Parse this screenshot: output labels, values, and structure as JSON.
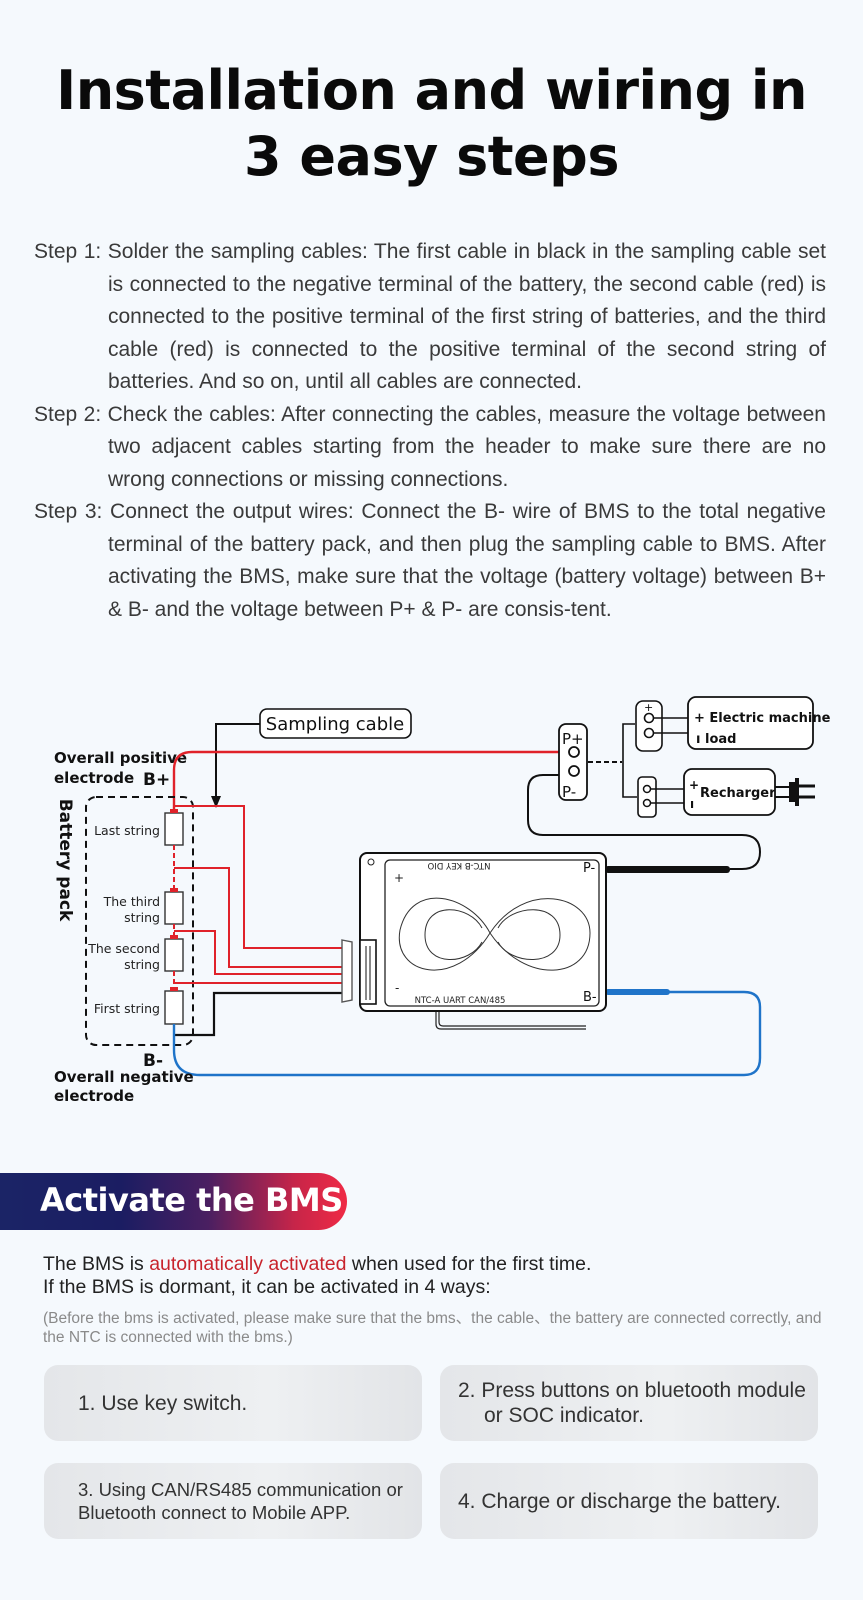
{
  "header": {
    "title_line1": "Installation and wiring in",
    "title_line2": "3 easy steps"
  },
  "steps": [
    {
      "label": "Step 1:",
      "text": "Solder the sampling cables: The first cable in black in the sampling cable set is connected to the negative terminal of the battery, the second cable (red) is connected to the positive terminal of the first string of batteries, and the third cable (red) is connected to the positive terminal of the second string of batteries. And so on, until all cables are connected."
    },
    {
      "label": "Step 2:",
      "text": "Check the cables: After connecting the cables, measure the voltage between two adjacent cables starting from the header to make sure there are no wrong connections or missing connections."
    },
    {
      "label": "Step 3:",
      "text": "Connect the output wires: Connect the B- wire of BMS to the total negative terminal of the battery pack, and then plug the sampling cable to BMS. After activating the BMS, make sure that the voltage (battery voltage) between B+ & B- and the voltage between P+ & P- are consis-tent."
    }
  ],
  "diagram": {
    "sampling_cable": "Sampling cable",
    "overall_positive_1": "Overall positive",
    "overall_positive_2": "electrode",
    "b_plus": "B+",
    "b_minus": "B-",
    "overall_negative_1": "Overall negative",
    "overall_negative_2": "electrode",
    "battery_pack": "Battery pack",
    "last_string": "Last string",
    "third_string_1": "The third",
    "third_string_2": "string",
    "second_string_1": "The second",
    "second_string_2": "string",
    "first_string": "First string",
    "p_plus": "P+",
    "p_minus": "P-",
    "electric_machine": "Electric machine",
    "load": "load",
    "recharger": "Recharger",
    "bms_top_labels": "NTC-B   KEY   DIO",
    "bms_bottom_labels": "NTC-A  UART  CAN/485",
    "bms_p_minus": "P-",
    "bms_b_minus": "B-",
    "plus": "+",
    "minus": "-",
    "colors": {
      "positive": "#e0222a",
      "negative": "#1f74c9",
      "wire": "#111111"
    }
  },
  "activate": {
    "heading": "Activate the BMS",
    "intro_before": "The BMS is ",
    "intro_highlight": "automatically activated",
    "intro_after": " when used for the first time.",
    "intro_line2": "If the BMS is dormant, it can be activated in 4 ways:",
    "note": "(Before the bms is activated, please make sure that the bms、the cable、the battery are connected correctly, and the NTC is connected with the bms.)",
    "highlight_color": "#c8232c",
    "ways": [
      "1. Use key switch.",
      "2. Press buttons on bluetooth module or SOC indicator.",
      "3. Using CAN/RS485 communication or Bluetooth connect to Mobile APP.",
      "4. Charge or discharge the battery."
    ]
  }
}
